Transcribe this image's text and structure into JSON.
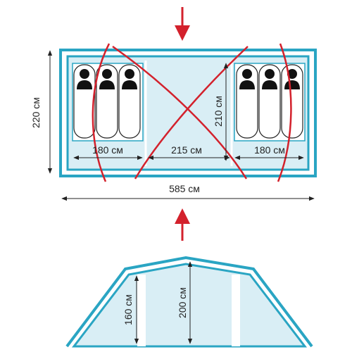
{
  "dimensions": {
    "overall_width": "220 см",
    "overall_length": "585 см",
    "sleeping_left": "180 см",
    "center_room": "215 см",
    "sleeping_right": "180 см",
    "inner_depth": "210 см",
    "side_height": "160 см",
    "center_height": "200 см"
  },
  "people_per_room": 3,
  "colors": {
    "outline_blue": "#2aa5c3",
    "fill_light_blue": "#d9eef5",
    "arrow_red": "#d3212c",
    "line_black": "#222222"
  }
}
